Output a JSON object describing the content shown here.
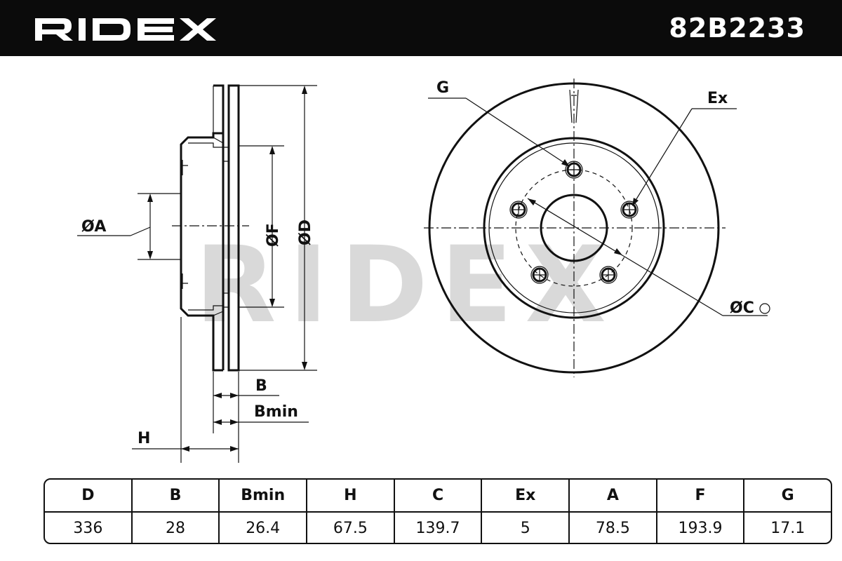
{
  "header": {
    "brand": "RIDEX",
    "part_number": "82B2233"
  },
  "labels": {
    "dia_a": "ØA",
    "dia_f": "ØF",
    "dia_d": "ØD",
    "b": "B",
    "bmin": "Bmin",
    "h": "H",
    "g": "G",
    "ex": "Ex",
    "dia_c": "ØC"
  },
  "watermark": "RIDEX",
  "colors": {
    "header_bg": "#0b0b0b",
    "watermark": "#d9d9d9",
    "line": "#111111"
  },
  "spec_table": {
    "headers": [
      "D",
      "B",
      "Bmin",
      "H",
      "C",
      "Ex",
      "A",
      "F",
      "G"
    ],
    "values": [
      "336",
      "28",
      "26.4",
      "67.5",
      "139.7",
      "5",
      "78.5",
      "193.9",
      "17.1"
    ]
  }
}
